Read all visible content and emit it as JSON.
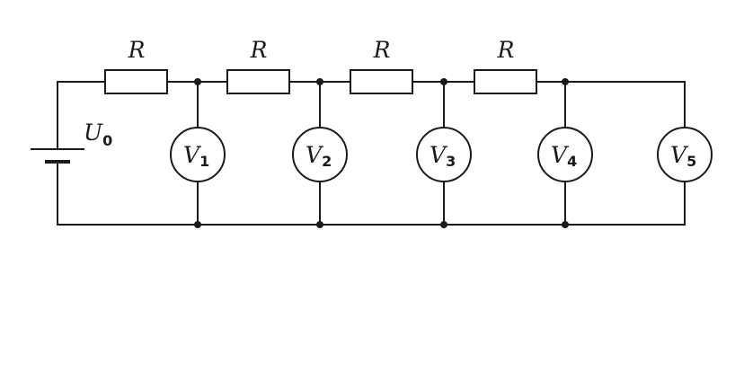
{
  "source": {
    "name": "U",
    "subscript": "0"
  },
  "resistors": [
    {
      "label": "R"
    },
    {
      "label": "R"
    },
    {
      "label": "R"
    },
    {
      "label": "R"
    }
  ],
  "voltmeters": [
    {
      "name": "V",
      "subscript": "1"
    },
    {
      "name": "V",
      "subscript": "2"
    },
    {
      "name": "V",
      "subscript": "3"
    },
    {
      "name": "V",
      "subscript": "4"
    },
    {
      "name": "V",
      "subscript": "5"
    }
  ]
}
